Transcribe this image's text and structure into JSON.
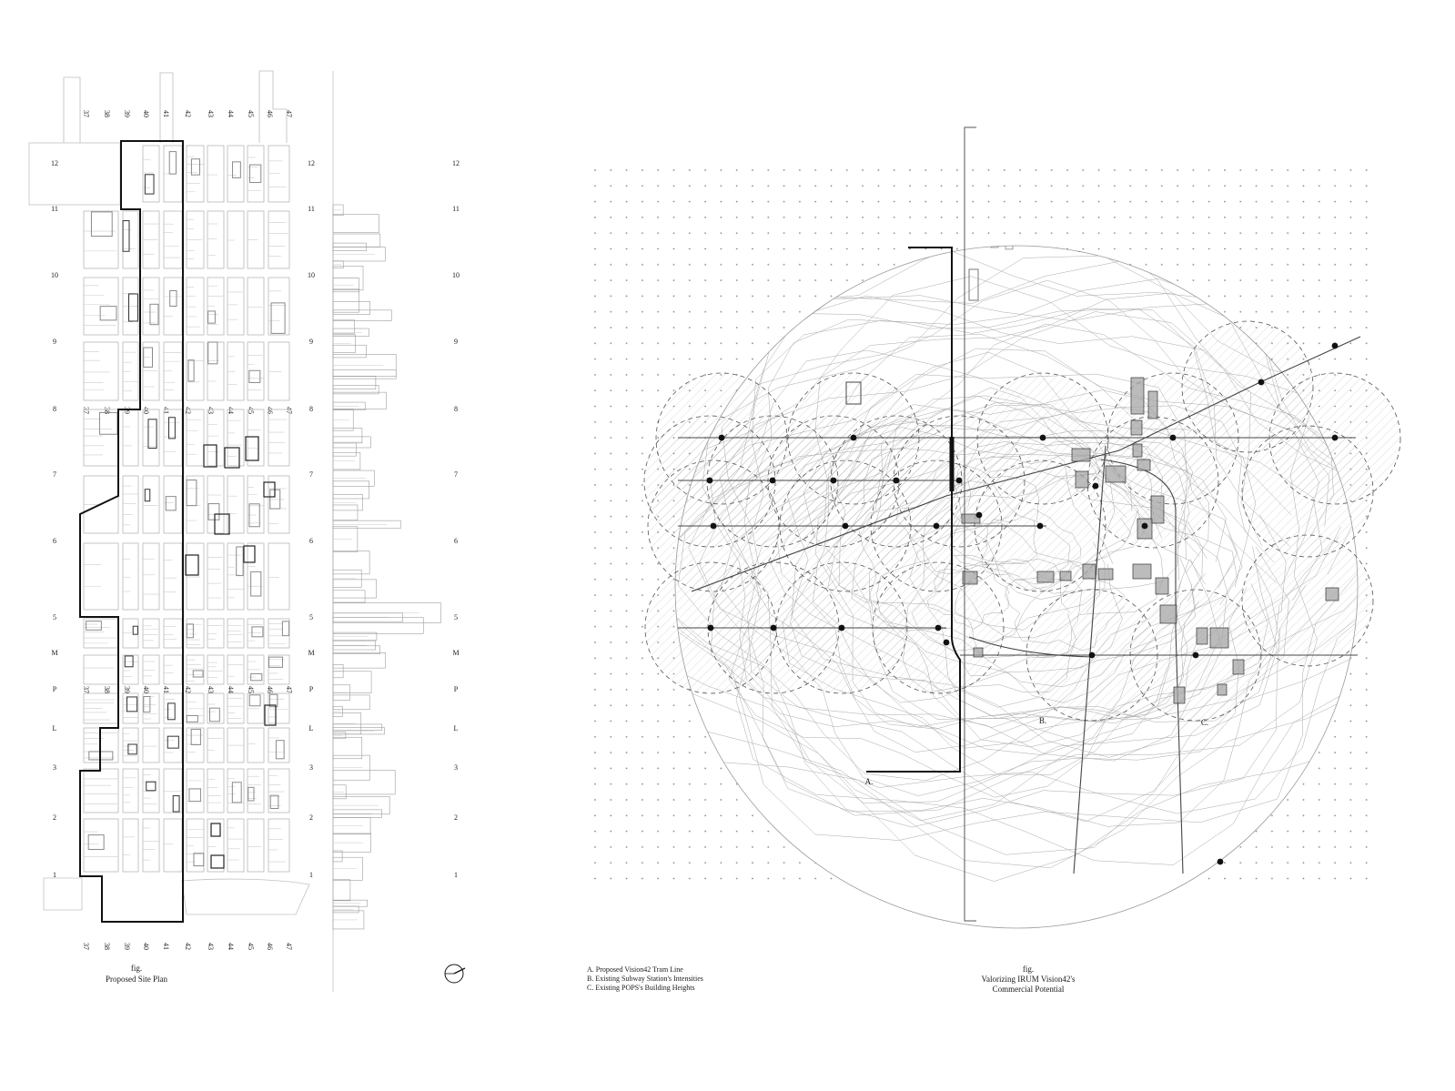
{
  "site_plan": {
    "street_numbers": [
      "37",
      "38",
      "39",
      "40",
      "41",
      "42",
      "43",
      "44",
      "45",
      "46",
      "47"
    ],
    "row_labels": [
      "12",
      "11",
      "10",
      "9",
      "8",
      "7",
      "6",
      "5",
      "M",
      "P",
      "L",
      "3",
      "2",
      "1"
    ],
    "caption_fig": "fig.",
    "caption_title": "Proposed Site Plan"
  },
  "north_arrow": {
    "icon": "north-arrow-icon"
  },
  "legend": {
    "items": [
      "A. Proposed Vision42 Tram Line",
      "B. Existing Subway Station's Intensities",
      "C. Existing POPS's Building Heights"
    ]
  },
  "map": {
    "markers": [
      "A.",
      "B.",
      "C."
    ],
    "caption_fig": "fig.",
    "caption_line1": "Valorizing IRUM Vision42's",
    "caption_line2": "Commercial Potential"
  }
}
